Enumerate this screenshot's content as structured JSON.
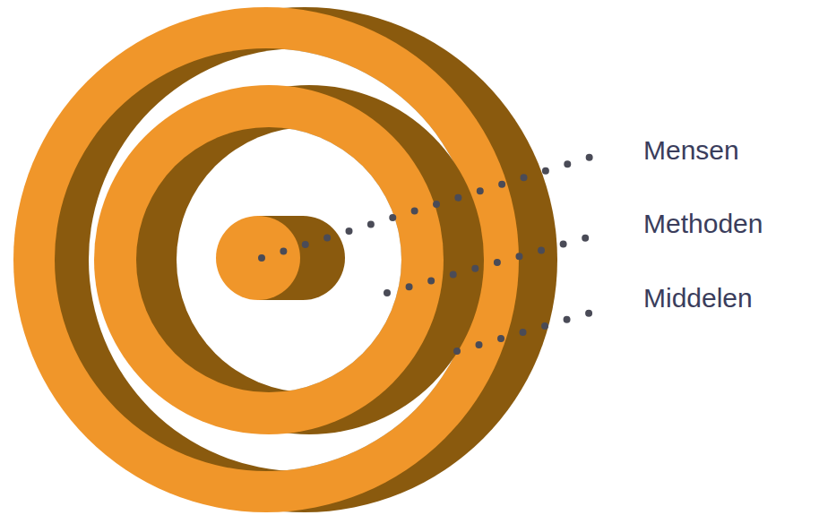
{
  "diagram": {
    "labels": [
      "Mensen",
      "Methoden",
      "Middelen"
    ]
  }
}
